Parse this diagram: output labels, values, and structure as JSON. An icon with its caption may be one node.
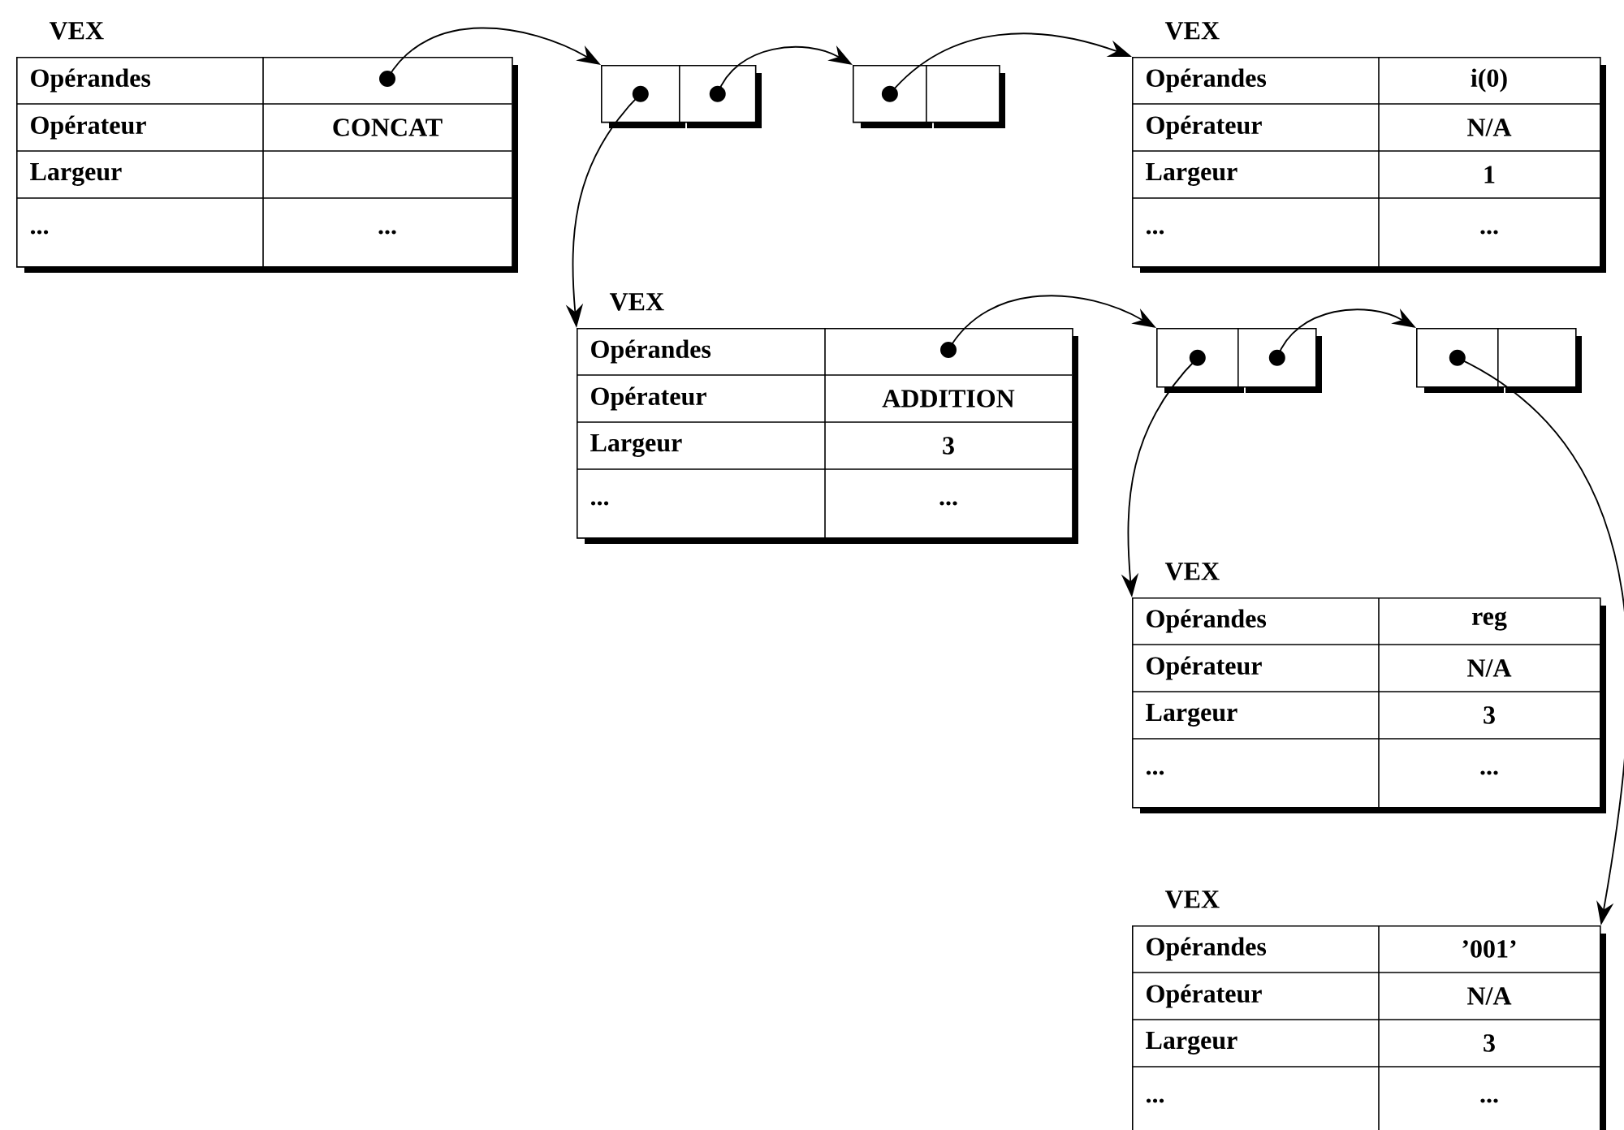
{
  "diagram": {
    "nodes": [
      {
        "text": [
          "VEX",
          "Opérandes",
          "Opérateur",
          "CONCAT",
          "Largeur",
          "...",
          "..."
        ]
      },
      {
        "text": [],
        "shape": "box"
      },
      {
        "text": [],
        "shape": "box"
      },
      {
        "text": [],
        "shape": "box"
      },
      {
        "text": [],
        "shape": "box"
      },
      {
        "text": [
          "VEX",
          "Opérandes",
          "i(0)",
          "Opérateur",
          "N/A",
          "Largeur",
          "1",
          "...",
          "..."
        ]
      },
      {
        "text": [
          "VEX",
          "Opérandes",
          "Opérateur",
          "ADDITION",
          "Largeur",
          "3",
          "...",
          "..."
        ]
      },
      {
        "text": [],
        "shape": "box"
      },
      {
        "text": [],
        "shape": "box"
      },
      {
        "text": [],
        "shape": "box"
      },
      {
        "text": [],
        "shape": "box"
      },
      {
        "text": [
          "VEX",
          "Opérandes",
          "reg",
          "Opérateur",
          "N/A",
          "Largeur",
          "3",
          "...",
          "..."
        ]
      },
      {
        "text": [
          "VEX",
          "Opérandes",
          "’001’",
          "Opérateur",
          "N/A",
          "Largeur",
          "3",
          "...",
          "..."
        ]
      }
    ],
    "edges": [
      {
        "from": 0,
        "to": 1,
        "arrow": "to"
      },
      {
        "from": 2,
        "to": 3,
        "arrow": "to"
      },
      {
        "from": 3,
        "to": 5,
        "arrow": "to"
      },
      {
        "from": 1,
        "to": 6,
        "arrow": "to"
      },
      {
        "from": 6,
        "to": 7,
        "arrow": "to"
      },
      {
        "from": 8,
        "to": 9,
        "arrow": "to"
      },
      {
        "from": 7,
        "to": 11,
        "arrow": "to"
      },
      {
        "from": 9,
        "to": 12,
        "arrow": "to"
      }
    ]
  }
}
